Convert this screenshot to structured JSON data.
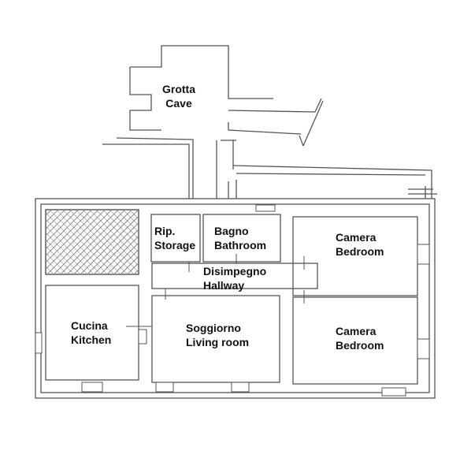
{
  "rooms": {
    "cave": {
      "it": "Grotta",
      "en": "Cave"
    },
    "storage": {
      "it": "Rip.",
      "en": "Storage"
    },
    "bathroom": {
      "it": "Bagno",
      "en": "Bathroom"
    },
    "bedroom_top": {
      "it": "Camera",
      "en": "Bedroom"
    },
    "hallway": {
      "it": "Disimpegno",
      "en": "Hallway"
    },
    "kitchen": {
      "it": "Cucina",
      "en": "Kitchen"
    },
    "living": {
      "it": "Soggiorno",
      "en": "Living room"
    },
    "bedroom_bottom": {
      "it": "Camera",
      "en": "Bedroom"
    }
  },
  "colors": {
    "wall": "#555555",
    "background": "#ffffff"
  }
}
